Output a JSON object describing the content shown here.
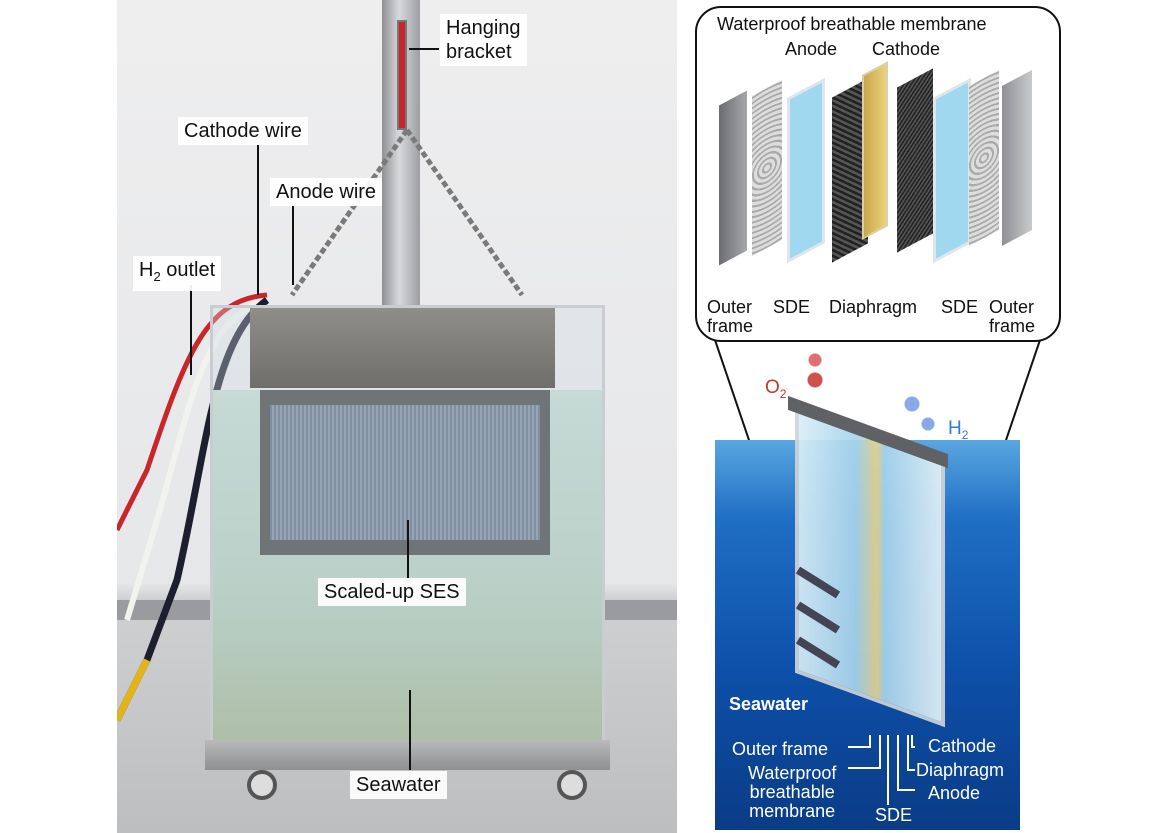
{
  "photo_panel": {
    "labels": {
      "hanging_bracket": [
        "Hanging",
        "bracket"
      ],
      "cathode_wire": "Cathode wire",
      "anode_wire": "Anode wire",
      "h2_outlet": {
        "main": "H",
        "sub": "2",
        "rest": " outlet"
      },
      "scaled_up_ses": "Scaled-up SES",
      "seawater": "Seawater"
    }
  },
  "exploded_view": {
    "top_label": "Waterproof breathable membrane",
    "anode": "Anode",
    "cathode": "Cathode",
    "bottom_labels": {
      "outer_frame_left": [
        "Outer",
        "frame"
      ],
      "sde_left": "SDE",
      "diaphragm": "Diaphragm",
      "sde_right": "SDE",
      "outer_frame_right": [
        "Outer",
        "frame"
      ]
    }
  },
  "device_view": {
    "o2": {
      "main": "O",
      "sub": "2"
    },
    "h2": {
      "main": "H",
      "sub": "2"
    },
    "seawater": "Seawater",
    "labels": {
      "outer_frame": "Outer frame",
      "waterproof_membrane": [
        "Waterproof",
        "breathable",
        "membrane"
      ],
      "sde": "SDE",
      "cathode": "Cathode",
      "diaphragm": "Diaphragm",
      "anode": "Anode"
    },
    "colors": {
      "o2": "#c0392b",
      "h2": "#2d7fd3",
      "sea": "#0d4fa8"
    }
  }
}
